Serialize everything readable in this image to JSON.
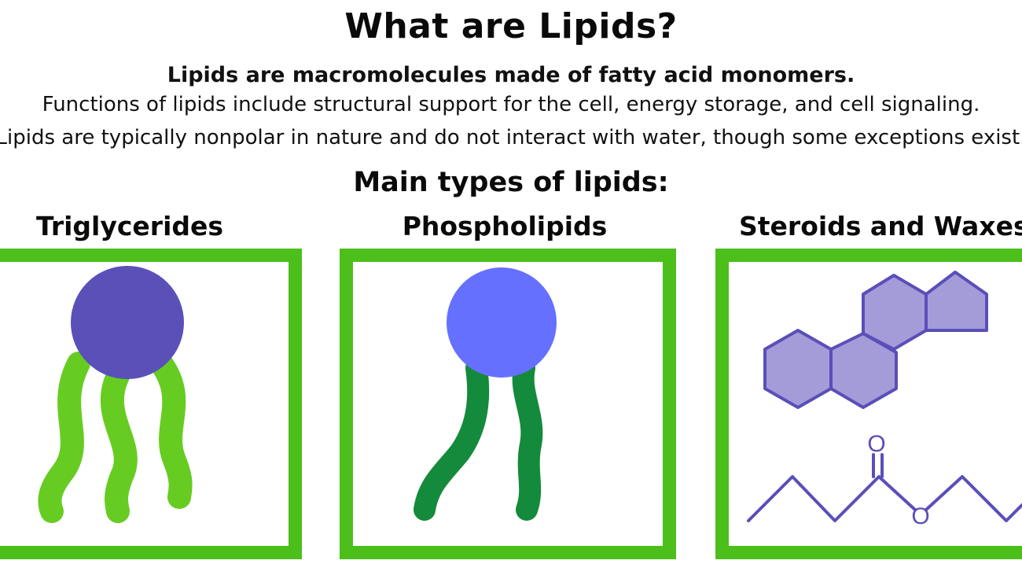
{
  "title": "What are Lipids?",
  "lead": "Lipids are macromolecules made of fatty acid monomers.",
  "line2": "Functions of lipids include structural support for the cell, energy storage, and cell signaling.",
  "line3": "Lipids are typically nonpolar in nature and do not interact with water, though some exceptions exist.",
  "subtitle": "Main types of lipids:",
  "types": [
    {
      "label": "Triglycerides"
    },
    {
      "label": "Phospholipids"
    },
    {
      "label": "Steroids and Waxes"
    }
  ],
  "ester_oxygen_symbol": "O",
  "colors": {
    "box_border": "#4cbf1b",
    "triglyceride_head": "#5a50b8",
    "triglyceride_tail": "#66cc22",
    "phospholipid_head": "#6670ff",
    "phospholipid_tail": "#148a3c",
    "steroid_fill": "#a49cd8",
    "steroid_stroke": "#5a4fb8"
  }
}
